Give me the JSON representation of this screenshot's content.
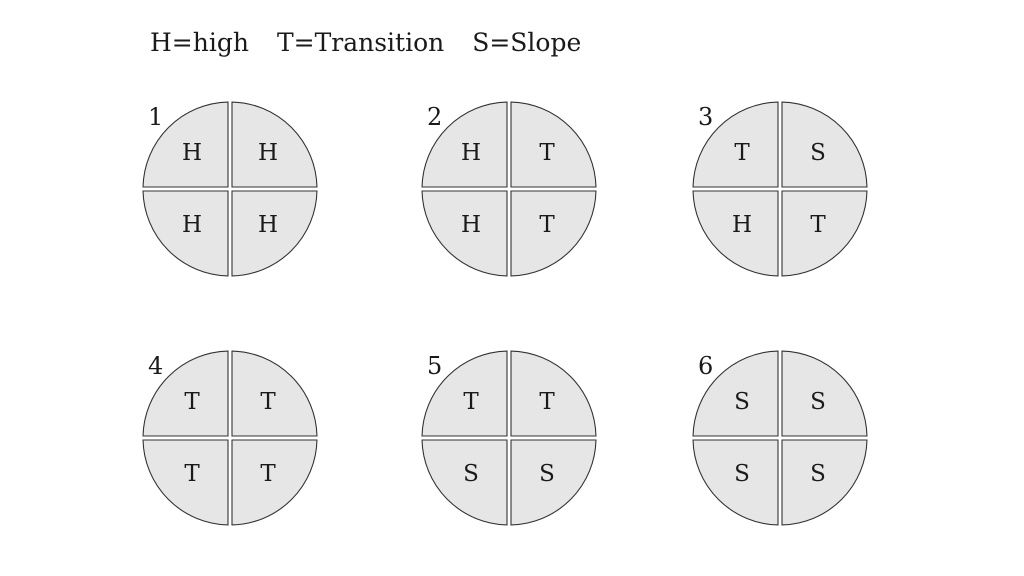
{
  "legend": {
    "high": "H=high",
    "transition": "T=Transition",
    "slope": "S=Slope"
  },
  "diagrams": [
    {
      "number": "1",
      "quadrants": {
        "top_left": "H",
        "top_right": "H",
        "bottom_left": "H",
        "bottom_right": "H"
      }
    },
    {
      "number": "2",
      "quadrants": {
        "top_left": "H",
        "top_right": "T",
        "bottom_left": "H",
        "bottom_right": "T"
      }
    },
    {
      "number": "3",
      "quadrants": {
        "top_left": "T",
        "top_right": "S",
        "bottom_left": "H",
        "bottom_right": "T"
      }
    },
    {
      "number": "4",
      "quadrants": {
        "top_left": "T",
        "top_right": "T",
        "bottom_left": "T",
        "bottom_right": "T"
      }
    },
    {
      "number": "5",
      "quadrants": {
        "top_left": "T",
        "top_right": "T",
        "bottom_left": "S",
        "bottom_right": "S"
      }
    },
    {
      "number": "6",
      "quadrants": {
        "top_left": "S",
        "top_right": "S",
        "bottom_left": "S",
        "bottom_right": "S"
      }
    }
  ],
  "colors": {
    "quadrant_fill": "#e6e6e6",
    "outline": "#333333",
    "text": "#1a1a1a"
  }
}
